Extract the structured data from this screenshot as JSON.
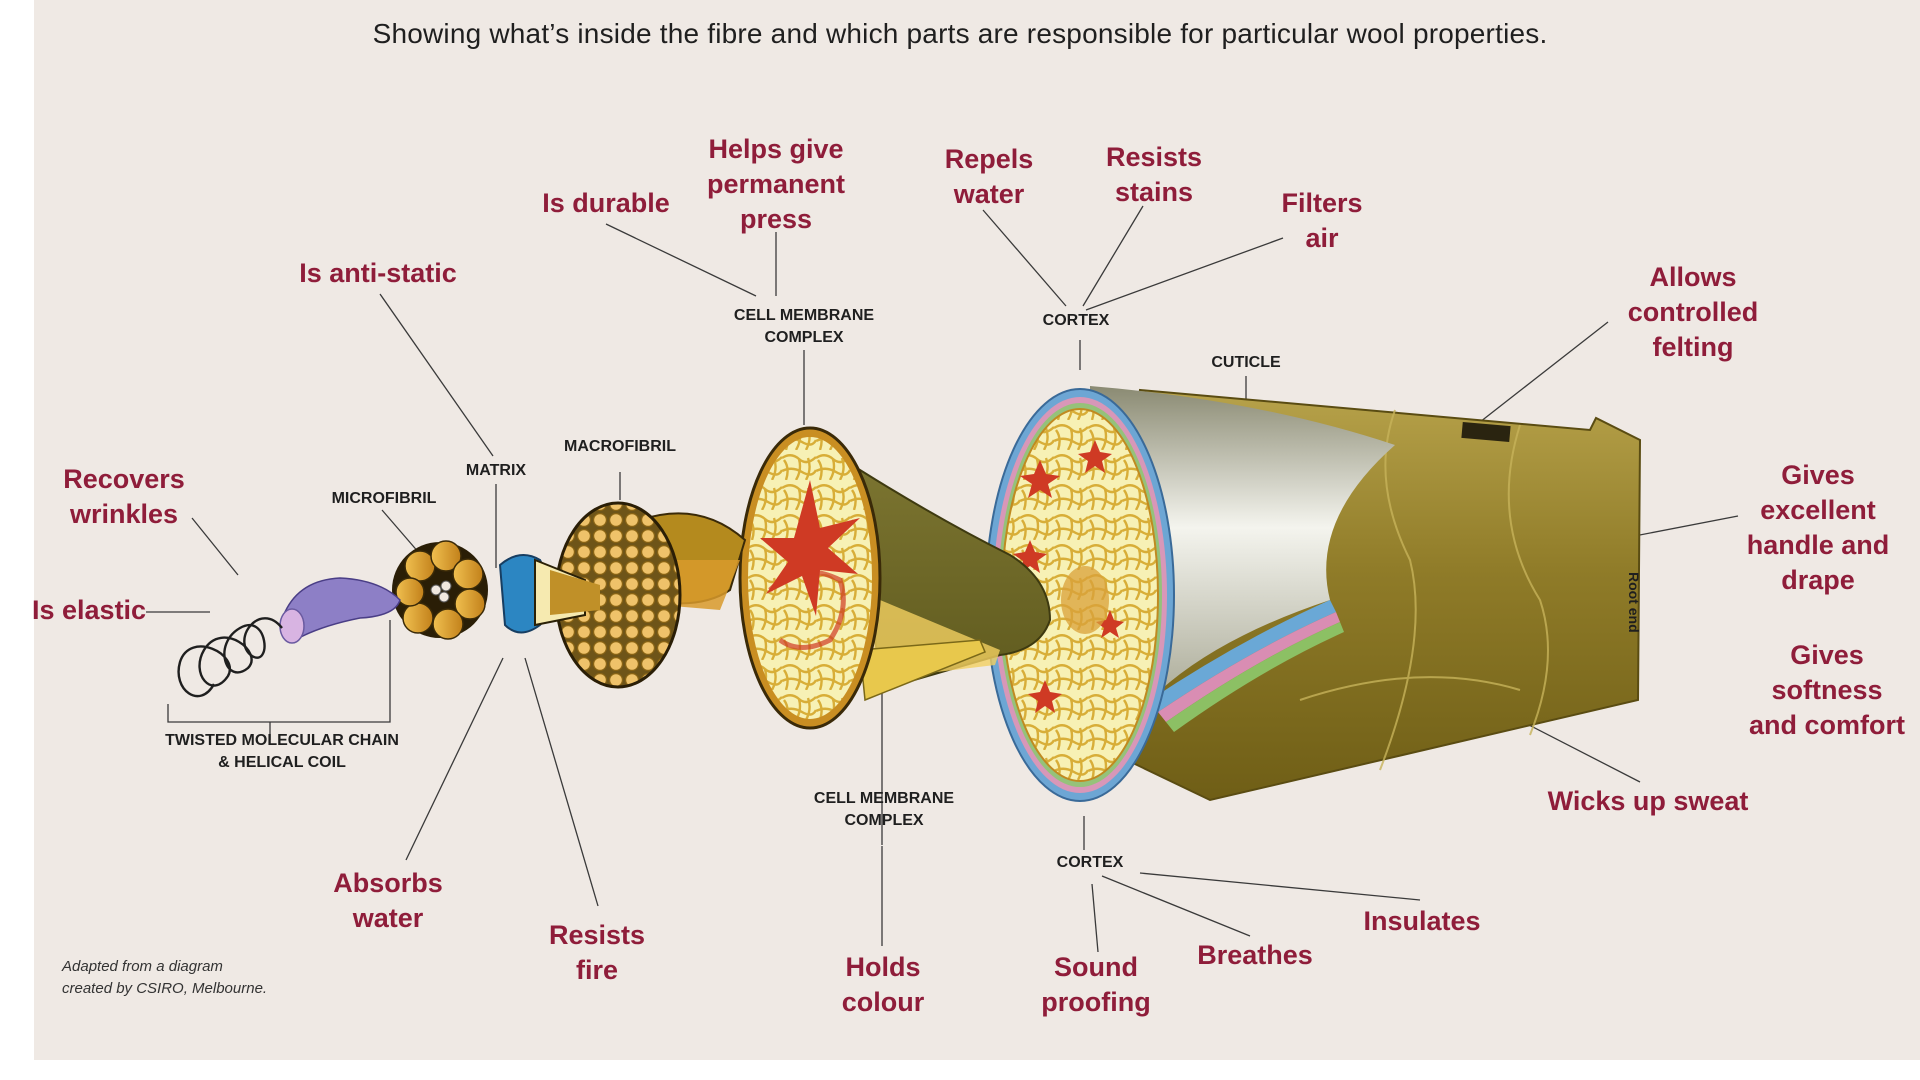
{
  "subtitle": "Showing what’s inside the fibre and which parts are responsible for particular wool properties.",
  "properties": {
    "recovers_wrinkles": "Recovers\nwrinkles",
    "is_elastic": "Is elastic",
    "is_anti_static": "Is anti-static",
    "is_durable": "Is durable",
    "permanent_press": "Helps give\npermanent\npress",
    "repels_water": "Repels\nwater",
    "resists_stains": "Resists\nstains",
    "filters_air": "Filters\nair",
    "controlled_felting": "Allows\ncontrolled\nfelting",
    "handle_and_drape": "Gives\nexcellent\nhandle and\ndrape",
    "softness_comfort": "Gives softness\nand comfort",
    "wicks_sweat": "Wicks up sweat",
    "absorbs_water": "Absorbs\nwater",
    "resists_fire": "Resists\nfire",
    "holds_colour": "Holds\ncolour",
    "sound_proofing": "Sound\nproofing",
    "breathes": "Breathes",
    "insulates": "Insulates"
  },
  "structures": {
    "microfibril": "MICROFIBRIL",
    "matrix": "MATRIX",
    "macrofibril": "MACROFIBRIL",
    "cmc_top": "CELL MEMBRANE\nCOMPLEX",
    "cortex_top": "CORTEX",
    "cuticle": "CUTICLE",
    "twisted_chain": "TWISTED MOLECULAR CHAIN\n& HELICAL COIL",
    "cmc_bottom": "CELL MEMBRANE\nCOMPLEX",
    "cortex_bottom": "CORTEX",
    "root_end": "Root end"
  },
  "credit": "Adapted from a diagram\ncreated by CSIRO, Melbourne.",
  "colors": {
    "property_text": "#8f1d3a",
    "background": "#efe9e4",
    "cuticle_olive": "#8d7a28",
    "cortex_cells": "#f6f0b0",
    "cell_red": "#cf3a24",
    "microfibril_gold": "#e8a935",
    "coil_purple": "#8d7fc6",
    "matrix_blue": "#2c86c2"
  }
}
